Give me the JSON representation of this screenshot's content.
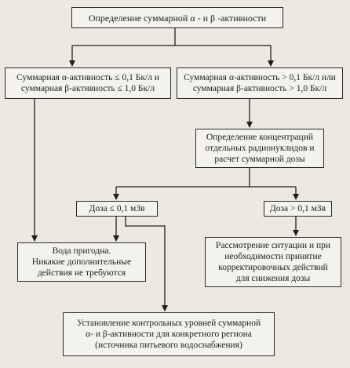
{
  "boxes": {
    "root": "Определение суммарной α - и β -активности",
    "left_condition": "Суммарная α-активность ≤ 0,1 Бк/л и\nсуммарная β-активность ≤ 1,0 Бк/л",
    "right_condition": "Суммарная α-активность > 0,1 Бк/л или\nсуммарная β-активность > 1,0 Бк/л",
    "nuclides": "Определение концентраций\nотдельных радионуклидов и\nрасчет суммарной дозы",
    "dose_low": "Доза ≤ 0,1 мЗв",
    "dose_high": "Доза > 0,1 мЗв",
    "water_ok": "Вода пригодна.\nНикакие дополнительные\nдействия не требуются",
    "actions": "Рассмотрение ситуации и при\nнеобходимости принятие\nкорректировочных действий\nдля снижения дозы",
    "control_levels": "Установление контрольных уровней суммарной\nα- и β-активности для конкретного региона\n(источника питьевого водоснабжения)"
  }
}
